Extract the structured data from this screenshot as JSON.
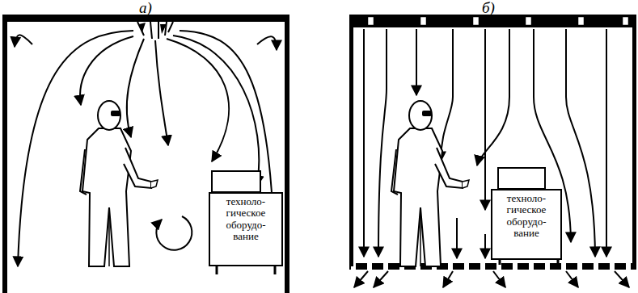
{
  "diagram": {
    "nodes": [
      {
        "text": [
          "техноло- гическое оборудо- вание"
        ]
      },
      {
        "text": [
          "техноло- гическое оборудо- вание"
        ]
      }
    ],
    "labels": [
      "а)",
      "б)"
    ]
  }
}
